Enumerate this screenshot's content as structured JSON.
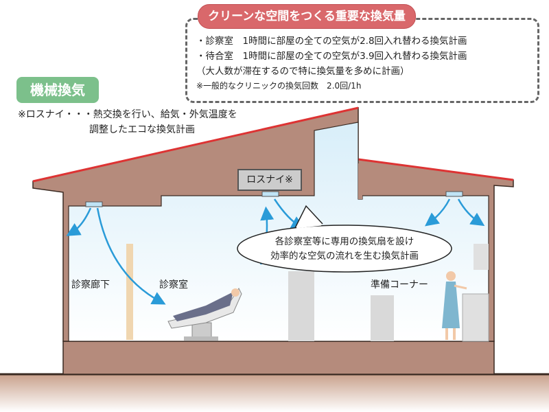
{
  "header": {
    "title": "クリーンな空間をつくる重要な換気量",
    "lines": [
      "・診察室　1時間に部屋の全ての空気が2.8回入れ替わる換気計画",
      "・待合室　1時間に部屋の全ての空気が3.9回入れ替わる換気計画",
      "（大人数が滞在するので特に換気量を多めに計画）",
      "※一般的なクリニックの換気回数　2.0回/1h"
    ]
  },
  "section": {
    "badge": "機械換気",
    "note_line1": "※ロスナイ・・・熱交換を行い、給気・外気温度を",
    "note_line2": "調整したエコな換気計画"
  },
  "diagram": {
    "rosunai_label": "ロスナイ※",
    "bubble_line1": "各診察室等に専用の換気扇を設け",
    "bubble_line2": "効率的な空気の流れを生む換気計画",
    "room_corridor": "診察廊下",
    "room_exam": "診察室",
    "room_prep": "準備コーナー"
  },
  "colors": {
    "accent_red": "#d9686b",
    "badge_green": "#7cc08b",
    "wall_brown": "#b58b7c",
    "air_blue": "#2a9bd8"
  }
}
